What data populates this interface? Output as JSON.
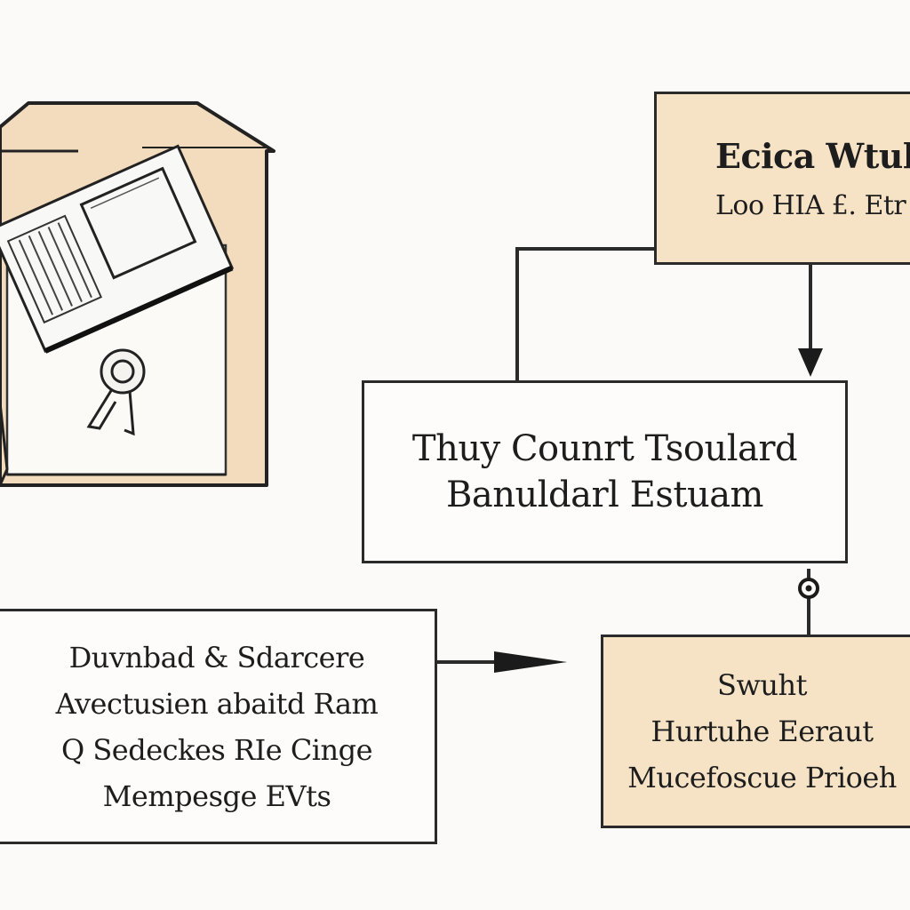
{
  "colors": {
    "peach": "#f6e3c6",
    "stroke": "#2a2a2a",
    "paper": "#fdfcfa"
  },
  "top_right_box": {
    "lines": [
      "Ecica Wtuldl",
      "Loo HIA £. Etr"
    ]
  },
  "center_box": {
    "lines": [
      "Thuy Counrt Tsoulard",
      "Banuldarl Estuam"
    ]
  },
  "bottom_left_box": {
    "lines": [
      "Duvnbad & Sdarcere",
      "Avectusien abaitd Ram",
      "Q Sedeckes RIe Cinge",
      "Mempesge EVts"
    ]
  },
  "bottom_right_box": {
    "lines": [
      "Swuht",
      "Hurtuhe Eeraut",
      "Mucefoscue Prioeh"
    ]
  },
  "illustration": {
    "icon": "folder-with-document-and-seal-icon"
  }
}
